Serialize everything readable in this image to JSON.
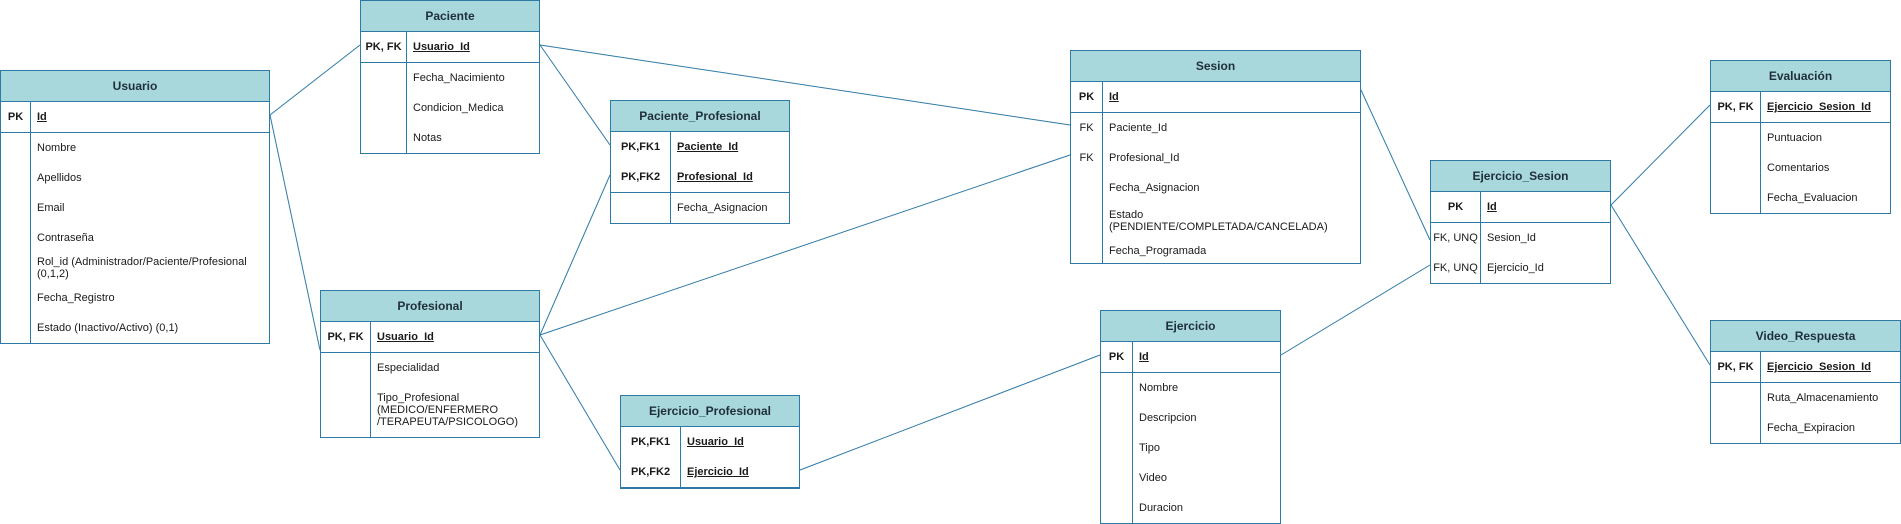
{
  "diagram": {
    "line_color": "#2e7aa6",
    "header_color": "#a8d8dc",
    "entities": [
      {
        "id": "usuario",
        "name": "Usuario",
        "key_rows": [
          {
            "key": "PK",
            "field": "Id"
          }
        ],
        "rows": [
          {
            "key": "",
            "field": "Nombre"
          },
          {
            "key": "",
            "field": "Apellidos"
          },
          {
            "key": "",
            "field": "Email"
          },
          {
            "key": "",
            "field": "Contraseña"
          },
          {
            "key": "",
            "field": "Rol_id (Administrador/Paciente/Profesional (0,1,2)"
          },
          {
            "key": "",
            "field": "Fecha_Registro"
          },
          {
            "key": "",
            "field": "Estado (Inactivo/Activo) (0,1)"
          }
        ]
      },
      {
        "id": "paciente",
        "name": "Paciente",
        "key_rows": [
          {
            "key": "PK, FK",
            "field": "Usuario_Id"
          }
        ],
        "rows": [
          {
            "key": "",
            "field": "Fecha_Nacimiento"
          },
          {
            "key": "",
            "field": "Condicion_Medica"
          },
          {
            "key": "",
            "field": "Notas"
          }
        ]
      },
      {
        "id": "profesional",
        "name": "Profesional",
        "key_rows": [
          {
            "key": "PK, FK",
            "field": "Usuario_Id"
          }
        ],
        "rows": [
          {
            "key": "",
            "field": "Especialidad"
          },
          {
            "key": "",
            "field": "Tipo_Profesional (MEDICO/ENFERMERO /TERAPEUTA/PSICOLOGO)"
          }
        ]
      },
      {
        "id": "paciente_profesional",
        "name": "Paciente_Profesional",
        "key_rows": [
          {
            "key": "PK,FK1",
            "field": "Paciente_Id"
          },
          {
            "key": "PK,FK2",
            "field": "Profesional_Id"
          }
        ],
        "rows": [
          {
            "key": "",
            "field": "Fecha_Asignacion"
          }
        ]
      },
      {
        "id": "ejercicio_profesional",
        "name": "Ejercicio_Profesional",
        "key_rows": [
          {
            "key": "PK,FK1",
            "field": "Usuario_Id"
          },
          {
            "key": "PK,FK2",
            "field": "Ejercicio_Id"
          }
        ],
        "rows": []
      },
      {
        "id": "sesion",
        "name": "Sesion",
        "key_rows": [
          {
            "key": "PK",
            "field": "Id"
          }
        ],
        "rows": [
          {
            "key": "FK",
            "field": "Paciente_Id"
          },
          {
            "key": "FK",
            "field": "Profesional_Id"
          },
          {
            "key": "",
            "field": "Fecha_Asignacion"
          },
          {
            "key": "",
            "field": "Estado (PENDIENTE/COMPLETADA/CANCELADA)"
          },
          {
            "key": "",
            "field": "Fecha_Programada"
          }
        ]
      },
      {
        "id": "ejercicio",
        "name": "Ejercicio",
        "key_rows": [
          {
            "key": "PK",
            "field": "Id"
          }
        ],
        "rows": [
          {
            "key": "",
            "field": "Nombre"
          },
          {
            "key": "",
            "field": "Descripcion"
          },
          {
            "key": "",
            "field": "Tipo"
          },
          {
            "key": "",
            "field": "Video"
          },
          {
            "key": "",
            "field": "Duracion"
          }
        ]
      },
      {
        "id": "ejercicio_sesion",
        "name": "Ejercicio_Sesion",
        "key_rows": [
          {
            "key": "PK",
            "field": "Id"
          }
        ],
        "rows": [
          {
            "key": "FK, UNQ",
            "field": "Sesion_Id"
          },
          {
            "key": "FK, UNQ",
            "field": "Ejercicio_Id"
          }
        ]
      },
      {
        "id": "evaluacion",
        "name": "Evaluación",
        "key_rows": [
          {
            "key": "PK, FK",
            "field": "Ejercicio_Sesion_Id"
          }
        ],
        "rows": [
          {
            "key": "",
            "field": "Puntuacion"
          },
          {
            "key": "",
            "field": "Comentarios"
          },
          {
            "key": "",
            "field": "Fecha_Evaluacion"
          }
        ]
      },
      {
        "id": "video_respuesta",
        "name": "Video_Respuesta",
        "key_rows": [
          {
            "key": "PK, FK",
            "field": "Ejercicio_Sesion_Id"
          }
        ],
        "rows": [
          {
            "key": "",
            "field": "Ruta_Almacenamiento"
          },
          {
            "key": "",
            "field": "Fecha_Expiracion"
          }
        ]
      }
    ],
    "relationships": [
      {
        "from": "usuario",
        "to": "paciente"
      },
      {
        "from": "usuario",
        "to": "profesional"
      },
      {
        "from": "paciente",
        "to": "paciente_profesional"
      },
      {
        "from": "paciente",
        "to": "sesion"
      },
      {
        "from": "profesional",
        "to": "paciente_profesional"
      },
      {
        "from": "profesional",
        "to": "sesion"
      },
      {
        "from": "profesional",
        "to": "ejercicio_profesional"
      },
      {
        "from": "ejercicio_profesional",
        "to": "ejercicio"
      },
      {
        "from": "sesion",
        "to": "ejercicio_sesion"
      },
      {
        "from": "ejercicio",
        "to": "ejercicio_sesion"
      },
      {
        "from": "ejercicio_sesion",
        "to": "evaluacion"
      },
      {
        "from": "ejercicio_sesion",
        "to": "video_respuesta"
      }
    ]
  }
}
